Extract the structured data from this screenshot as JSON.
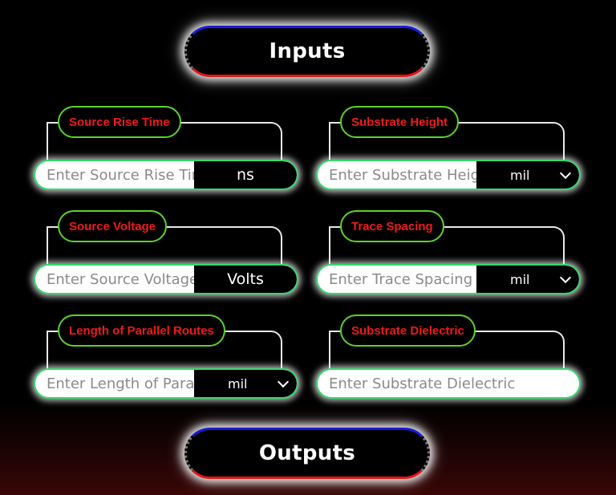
{
  "sections": {
    "inputs": "Inputs",
    "outputs": "Outputs"
  },
  "colors": {
    "label_text": "#ee1a1a",
    "label_border": "#5cd22a",
    "input_border": "#35d86a",
    "pill_top": "#1a1ad8",
    "pill_bottom": "#e01515",
    "background": "#000000"
  },
  "fields": {
    "rise_time": {
      "label": "Source Rise Time",
      "placeholder": "Enter Source Rise Time",
      "value": "",
      "unit": "ns"
    },
    "substrate_height": {
      "label": "Substrate Height",
      "placeholder": "Enter Substrate Height",
      "value": "",
      "unit": "mil"
    },
    "source_voltage": {
      "label": "Source Voltage",
      "placeholder": "Enter Source Voltage",
      "value": "",
      "unit": "Volts"
    },
    "trace_spacing": {
      "label": "Trace Spacing",
      "placeholder": "Enter Trace Spacing",
      "value": "",
      "unit": "mil"
    },
    "parallel_length": {
      "label": "Length of Parallel Routes",
      "placeholder": "Enter Length of Parallel Routes",
      "value": "",
      "unit": "mil"
    },
    "substrate_dielectric": {
      "label": "Substrate Dielectric",
      "placeholder": "Enter Substrate Dielectric",
      "value": ""
    }
  },
  "icons": {
    "select_arrow": "chevron-down-icon"
  }
}
